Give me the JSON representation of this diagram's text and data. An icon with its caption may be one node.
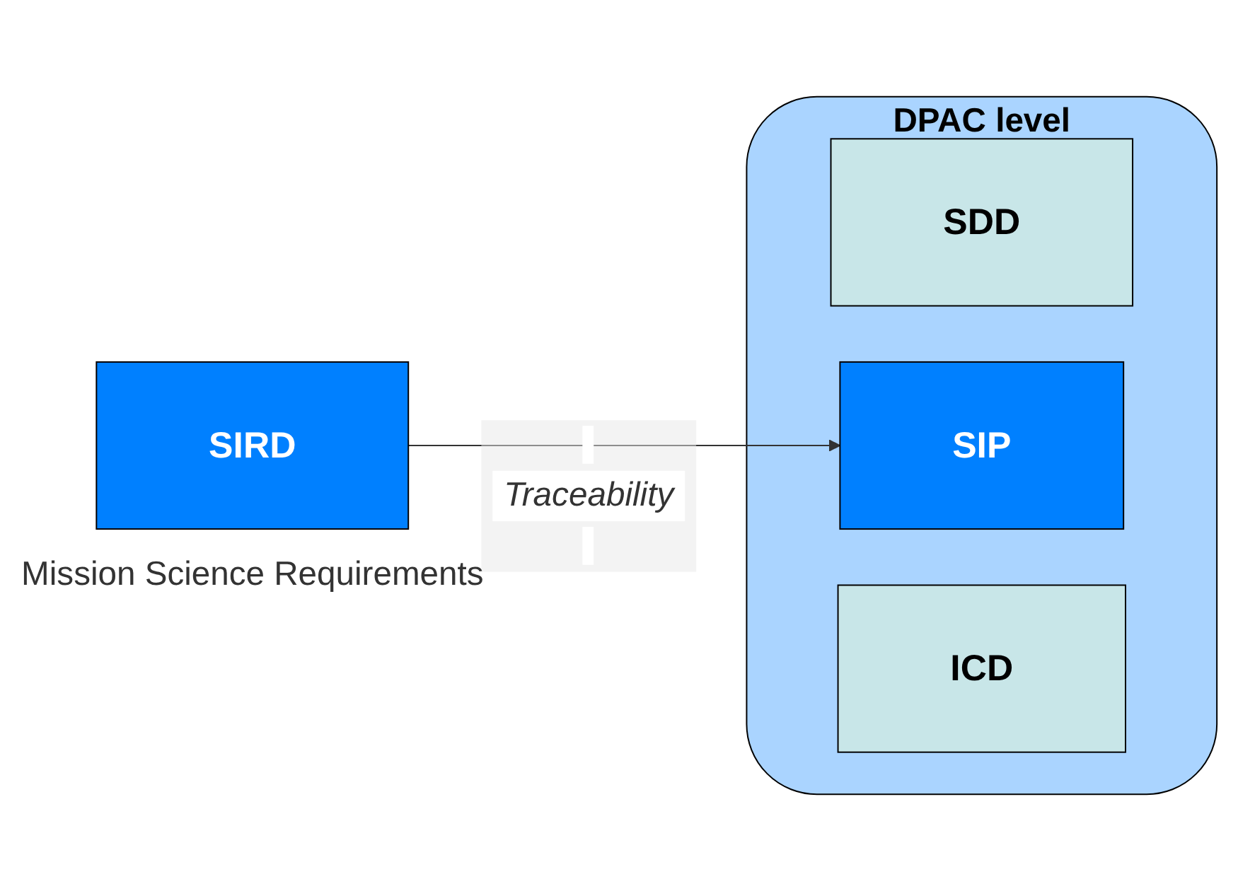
{
  "diagram": {
    "nodes": [
      {
        "text": [
          "SIRD"
        ],
        "beside": [
          "Mission Science Requirements"
        ]
      },
      {
        "text": [
          "DPAC level"
        ]
      },
      {
        "text": [
          "SDD"
        ],
        "in": 1
      },
      {
        "text": [
          "SIP"
        ],
        "in": 1
      },
      {
        "text": [
          "ICD"
        ],
        "in": 1
      }
    ],
    "edges": [
      {
        "from": 0,
        "to": 3,
        "arrow": "to",
        "label": "Traceability"
      }
    ]
  }
}
